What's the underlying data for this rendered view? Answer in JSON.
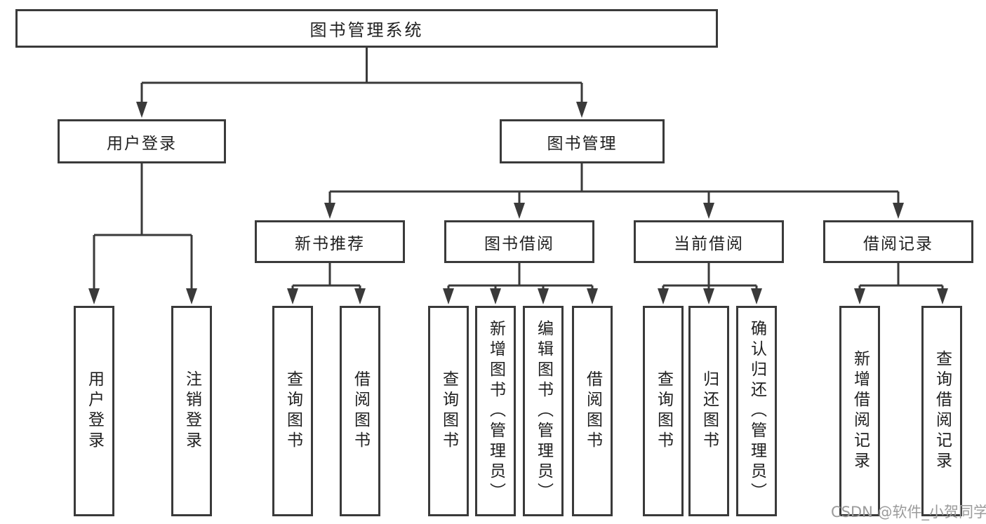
{
  "colors": {
    "line": "#3a3a3a",
    "box_border": "#3a3a3a",
    "text": "#1f1f1f",
    "watermark": "#9b9b9b",
    "background": "#ffffff"
  },
  "watermark": "CSDN @软件_小贺同学",
  "tree": {
    "label": "图书管理系统",
    "children": [
      {
        "label": "用户登录",
        "children": [
          {
            "label": "用户登录"
          },
          {
            "label": "注销登录"
          }
        ]
      },
      {
        "label": "图书管理",
        "children": [
          {
            "label": "新书推荐",
            "children": [
              {
                "label": "查询图书"
              },
              {
                "label": "借阅图书"
              }
            ]
          },
          {
            "label": "图书借阅",
            "children": [
              {
                "label": "查询图书"
              },
              {
                "label": "新增图书（管理员）"
              },
              {
                "label": "编辑图书（管理员）"
              },
              {
                "label": "借阅图书"
              }
            ]
          },
          {
            "label": "当前借阅",
            "children": [
              {
                "label": "查询图书"
              },
              {
                "label": "归还图书"
              },
              {
                "label": "确认归还（管理员）"
              }
            ]
          },
          {
            "label": "借阅记录",
            "children": [
              {
                "label": "新增借阅记录"
              },
              {
                "label": "查询借阅记录"
              }
            ]
          }
        ]
      }
    ]
  }
}
